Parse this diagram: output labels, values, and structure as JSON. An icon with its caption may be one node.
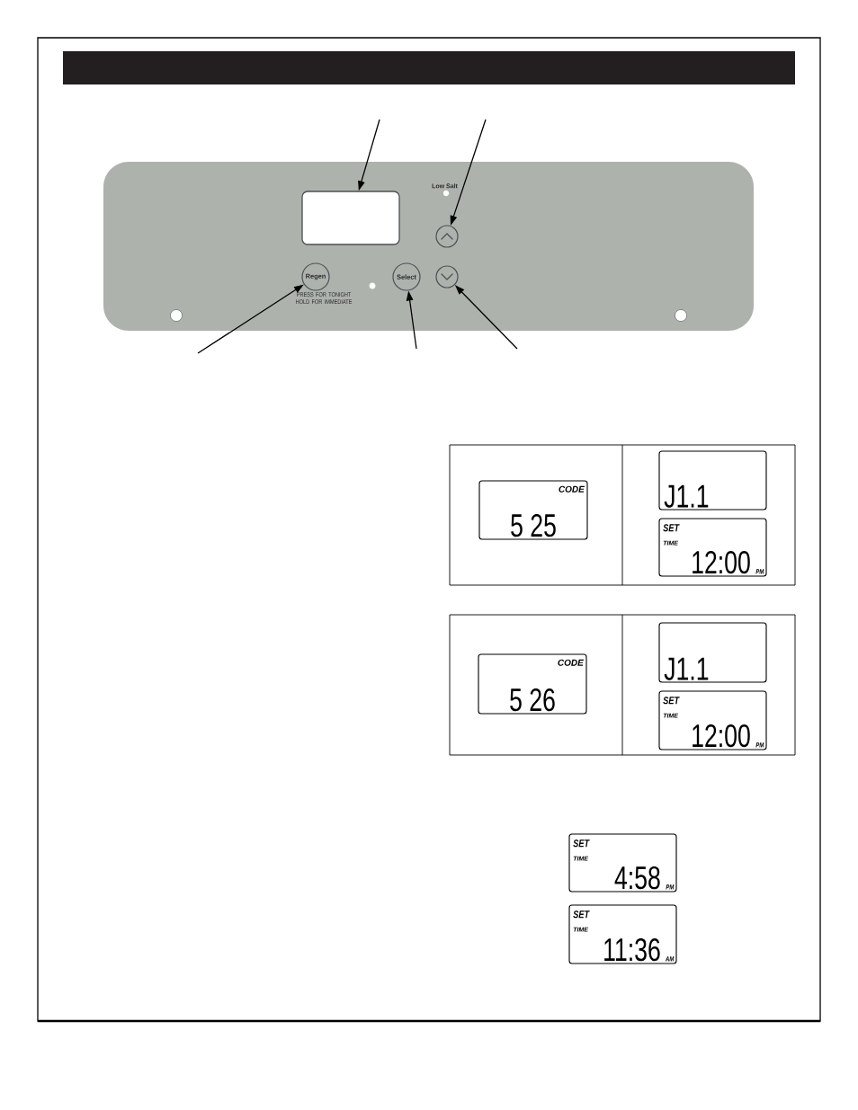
{
  "diagram": {
    "nodes": [
      {
        "text": [],
        "shape": "box"
      },
      {
        "text": [],
        "shape": "box",
        "in": 0
      },
      {
        "text": [],
        "shape": "circle",
        "in": 0
      },
      {
        "text": [
          "Regen"
        ],
        "in": 0,
        "beside": [
          "PRESS FOR TONIGHT HOLD FOR IMMEDIATE"
        ]
      },
      {
        "text": [
          "Select"
        ],
        "in": 0
      },
      {
        "text": [],
        "shape": "circle",
        "in": 0
      },
      {
        "text": [],
        "shape": "box"
      },
      {
        "text": [
          "CODE",
          "5 25"
        ],
        "in": 6
      },
      {
        "text": [
          "J1.1"
        ],
        "in": 6
      },
      {
        "text": [
          "SET",
          "TIME",
          "12:00",
          "PM"
        ],
        "in": 6
      },
      {
        "text": [],
        "shape": "box"
      },
      {
        "text": [
          "CODE",
          "5 26"
        ],
        "in": 10
      },
      {
        "text": [
          "J1.1"
        ],
        "in": 10
      },
      {
        "text": [
          "SET",
          "TIME",
          "12:00",
          "PM"
        ],
        "in": 10
      },
      {
        "text": [
          "SET",
          "TIME",
          "4:58",
          "PM"
        ]
      },
      {
        "text": [
          "SET",
          "TIME",
          "11:36",
          "AM"
        ]
      }
    ],
    "edges": [
      {
        "from": null,
        "to": 1,
        "arrow": "to"
      },
      {
        "from": null,
        "to": 2,
        "arrow": "to"
      },
      {
        "from": null,
        "to": 3,
        "arrow": "to"
      },
      {
        "from": null,
        "to": 4,
        "arrow": "to"
      },
      {
        "from": null,
        "to": 5,
        "arrow": "to"
      }
    ],
    "labels": [
      "Low Salt"
    ]
  }
}
